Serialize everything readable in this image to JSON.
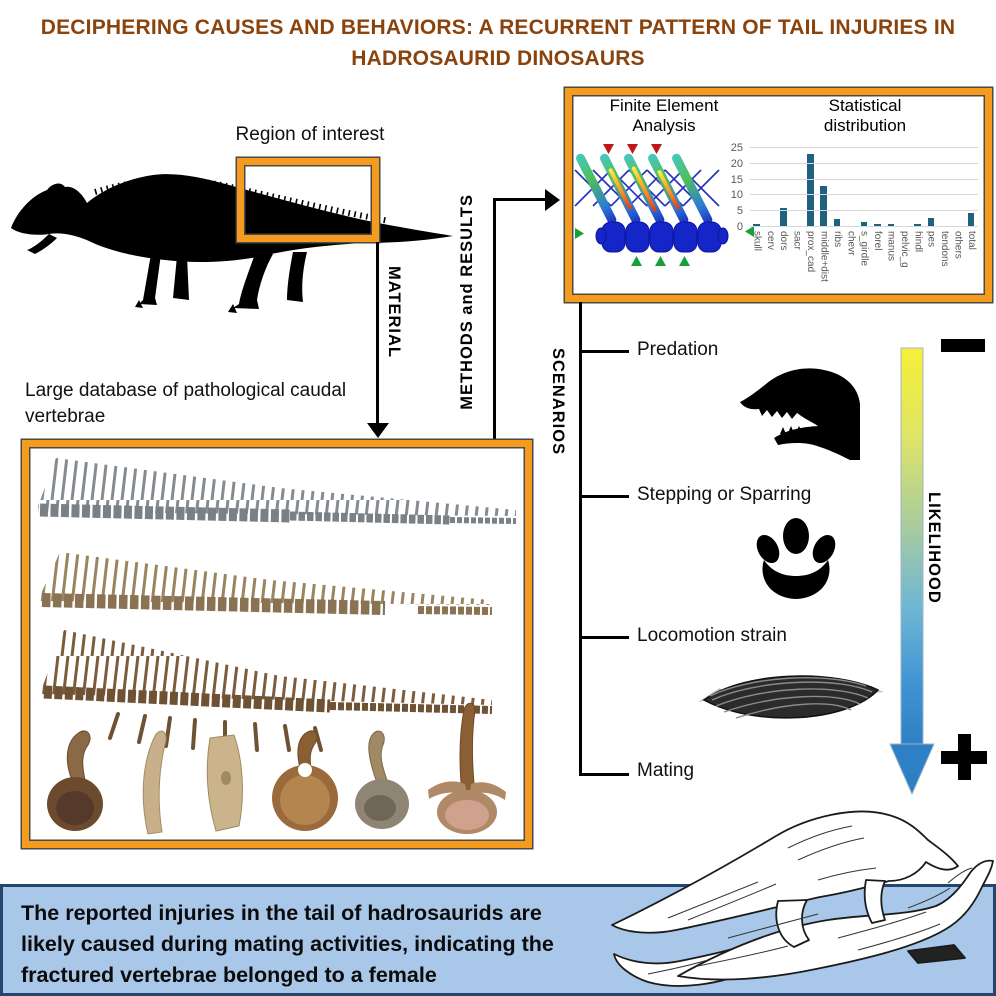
{
  "title": {
    "line1": "DECIPHERING CAUSES AND BEHAVIORS: A RECURRENT PATTERN OF TAIL INJURIES IN",
    "line2": "HADROSAURID DINOSAURS"
  },
  "flow": {
    "region_of_interest": "Region of interest",
    "material": "MATERIAL",
    "database_caption": "Large database of pathological caudal vertebrae",
    "methods_results": "METHODS and RESULTS",
    "scenarios": "SCENARIOS",
    "likelihood": "LIKELIHOOD"
  },
  "results_panel": {
    "fea_title": "Finite Element Analysis",
    "stats_title": "Statistical distribution"
  },
  "chart_data": {
    "type": "bar",
    "title": "Statistical distribution",
    "categories": [
      "skull",
      "cerv",
      "dors",
      "sacr",
      "prox_cad",
      "middle+dist",
      "ribs",
      "chevr",
      "s_girdle",
      "forel",
      "manus",
      "pelvic_g",
      "hindl",
      "pes",
      "tendons",
      "others",
      "total"
    ],
    "values": [
      1,
      0,
      6,
      0,
      23,
      13,
      2.5,
      0,
      1.5,
      1,
      1,
      0,
      1,
      3,
      0,
      0,
      4.5
    ],
    "xlabel": "",
    "ylabel": "",
    "ylim": [
      0,
      25
    ],
    "yticks": [
      0,
      5,
      10,
      15,
      20,
      25
    ],
    "grid": true,
    "legend": "none",
    "bar_color": "#1F617E"
  },
  "scenarios": {
    "items": [
      {
        "label": "Predation",
        "icon": "trex-head"
      },
      {
        "label": "Stepping or Sparring",
        "icon": "dinosaur-footprint"
      },
      {
        "label": "Locomotion strain",
        "icon": "tail-muscle"
      },
      {
        "label": "Mating",
        "icon": "mating-hadrosaurs"
      }
    ]
  },
  "likelihood_scale": {
    "top_symbol": "minus",
    "bottom_symbol": "plus",
    "gradient_top_color": "#F7EF39",
    "gradient_bottom_color": "#2E7FC6"
  },
  "conclusion": {
    "text": "The reported injuries in the tail of hadrosaurids are likely caused during mating activities, indicating the fractured vertebrae belonged to a female"
  },
  "colors": {
    "accent_orange": "#F59C1E",
    "title_brown": "#8A430D",
    "bar_teal": "#1F617E",
    "banner_blue": "#A9C7E8",
    "banner_border": "#24456E",
    "silhouette": "#000000"
  }
}
